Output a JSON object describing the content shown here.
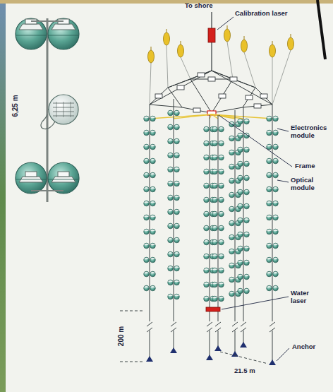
{
  "diagram": {
    "labels": [
      "To shore",
      "Calibration laser",
      "Electronics module",
      "Frame",
      "Optical module",
      "Water laser",
      "Anchor",
      "6,25 m",
      "200 m",
      "21.5 m"
    ]
  }
}
